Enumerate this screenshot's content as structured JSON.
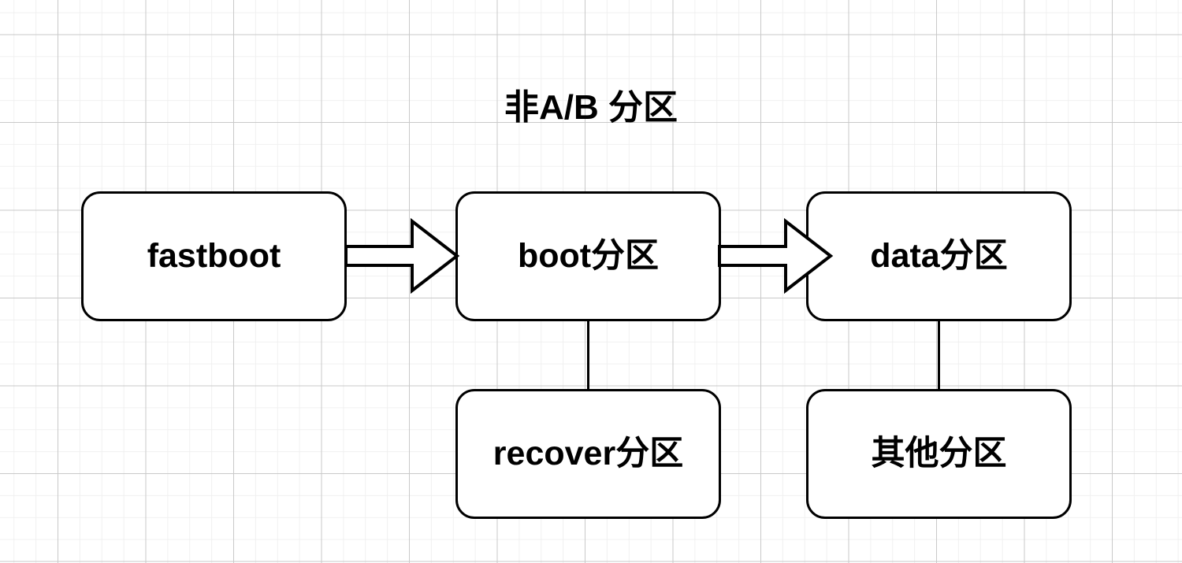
{
  "diagram": {
    "title": "非A/B 分区",
    "background": {
      "grid_major_color": "#c9c9c9",
      "grid_minor_color": "#f0f0f0",
      "page_color": "#ffffff"
    },
    "style": {
      "node_border_color": "#000000",
      "node_fill_color": "#ffffff",
      "text_color": "#000000",
      "arrow_stroke_color": "#000000",
      "arrow_fill_color": "#ffffff"
    },
    "nodes": [
      {
        "id": "fastboot",
        "label": "fastboot"
      },
      {
        "id": "boot",
        "label": "boot分区"
      },
      {
        "id": "data",
        "label": "data分区"
      },
      {
        "id": "recover",
        "label": "recover分区"
      },
      {
        "id": "other",
        "label": "其他分区"
      }
    ],
    "edges": [
      {
        "from": "fastboot",
        "to": "boot",
        "kind": "block-arrow"
      },
      {
        "from": "boot",
        "to": "data",
        "kind": "block-arrow"
      },
      {
        "from": "boot",
        "to": "recover",
        "kind": "line"
      },
      {
        "from": "data",
        "to": "other",
        "kind": "line"
      }
    ]
  }
}
